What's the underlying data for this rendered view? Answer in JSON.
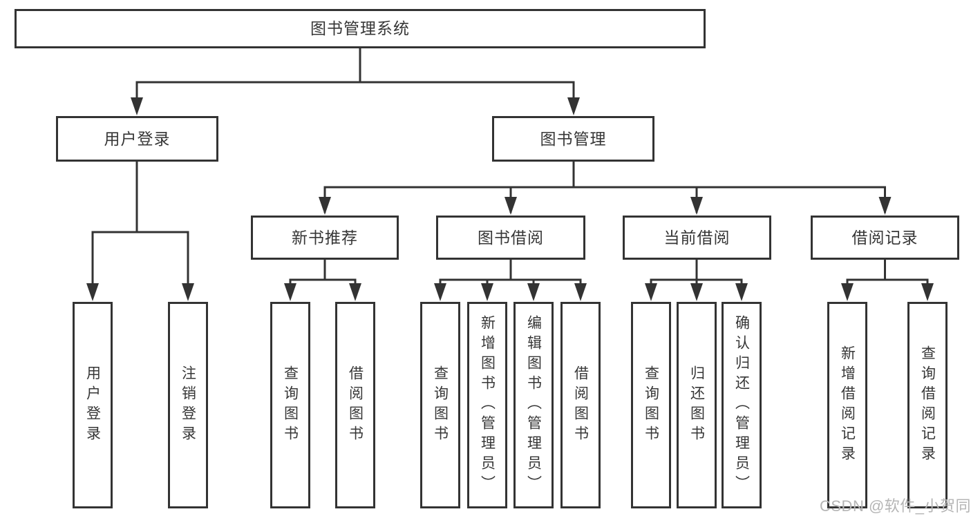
{
  "nodes": {
    "root": "图书管理系统",
    "user_login": "用户登录",
    "book_mgmt": "图书管理",
    "new_book_rec": "新书推荐",
    "book_borrow": "图书借阅",
    "current_borrow": "当前借阅",
    "borrow_record": "借阅记录",
    "leaf_user_login": "用户登录",
    "leaf_logout": "注销登录",
    "leaf_nbr_query": "查询图书",
    "leaf_nbr_borrow": "借阅图书",
    "leaf_bb_query": "查询图书",
    "leaf_bb_add": "新增图书（管理员）",
    "leaf_bb_edit": "编辑图书（管理员）",
    "leaf_bb_borrow": "借阅图书",
    "leaf_cb_query": "查询图书",
    "leaf_cb_return": "归还图书",
    "leaf_cb_confirm": "确认归还（管理员）",
    "leaf_br_add": "新增借阅记录",
    "leaf_br_query": "查询借阅记录"
  },
  "watermark": "CSDN @软件_小贺同学",
  "colors": {
    "line": "#333333",
    "box_border": "#333333",
    "text": "#363636",
    "watermark": "#b5b5b5",
    "background": "#ffffff"
  }
}
